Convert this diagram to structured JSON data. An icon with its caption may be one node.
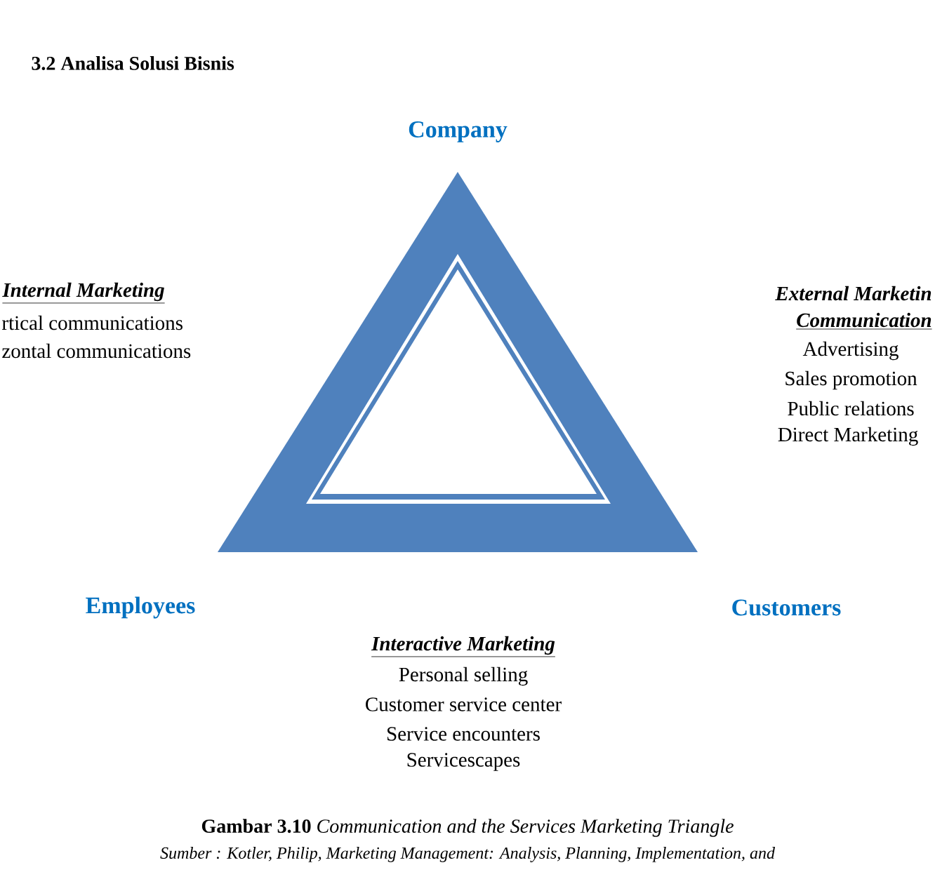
{
  "diagram": {
    "title": "3.2 Analisa Solusi Bisnis",
    "caption": "**Gambar 3.10** *Communication and the Services Marketing Triangle*",
    "nodes": [
      {
        "text": [],
        "shape": "triangle"
      }
    ],
    "labels": [
      "Company",
      "Internal Marketing",
      "rtical communications",
      "zontal communications",
      "External Marketin",
      "Communication",
      "Advertising",
      "Sales promotion",
      "Public relations",
      "Direct Marketing",
      "Employees",
      "Customers",
      "Interactive Marketing",
      "Personal selling",
      "Customer service center",
      "Service encounters",
      "Servicescapes",
      "Sumber : Kotler, Philip, Marketing Management: Analysis, Planning, Implementation, and"
    ]
  }
}
